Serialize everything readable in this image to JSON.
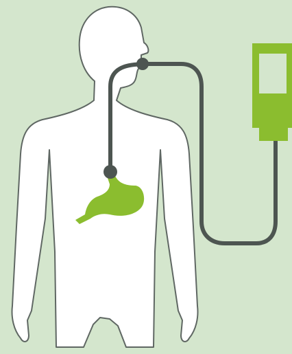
{
  "colors": {
    "background": "#d4e6cd",
    "body_fill": "#ffffff",
    "body_outline": "#5f6763",
    "tube": "#4d5551",
    "stomach": "#8bbd2f",
    "bag": "#8bbd2f",
    "bag_window": "#d4e6cd"
  },
  "icons": {
    "human_body": "human-silhouette",
    "stomach": "stomach-organ",
    "feeding_bag": "enteral-feeding-bag",
    "tube": "feeding-tube"
  }
}
